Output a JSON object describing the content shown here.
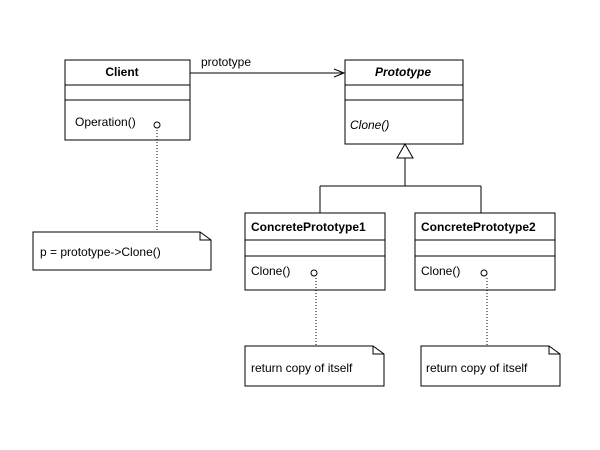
{
  "classes": {
    "client": {
      "name": "Client",
      "operation": "Operation()"
    },
    "prototype": {
      "name": "Prototype",
      "operation": "Clone()"
    },
    "concrete1": {
      "name": "ConcretePrototype1",
      "operation": "Clone()"
    },
    "concrete2": {
      "name": "ConcretePrototype2",
      "operation": "Clone()"
    }
  },
  "association": {
    "label": "prototype"
  },
  "notes": {
    "client_note": "p = prototype->Clone()",
    "concrete1_note": "return copy of itself",
    "concrete2_note": "return copy of itself"
  }
}
